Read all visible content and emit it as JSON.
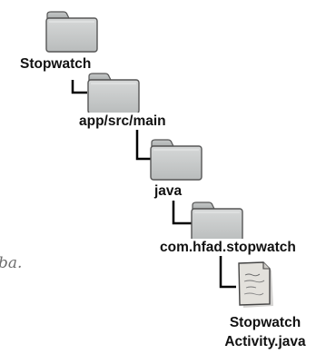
{
  "tree": {
    "nodes": [
      {
        "label": "Stopwatch",
        "icon": "folder-icon"
      },
      {
        "label": "app/src/main",
        "icon": "folder-icon"
      },
      {
        "label": "java",
        "icon": "folder-icon"
      },
      {
        "label": "com.hfad.stopwatch",
        "icon": "folder-icon"
      }
    ],
    "file": {
      "label_line1": "Stopwatch",
      "label_line2": "Activity.java",
      "icon": "java-file-icon"
    }
  },
  "margin_note": "ba.",
  "colors": {
    "folder_fill": "#c9cbcb",
    "folder_stroke": "#555555",
    "connector": "#000000",
    "file_fill": "#d8d6d2"
  }
}
